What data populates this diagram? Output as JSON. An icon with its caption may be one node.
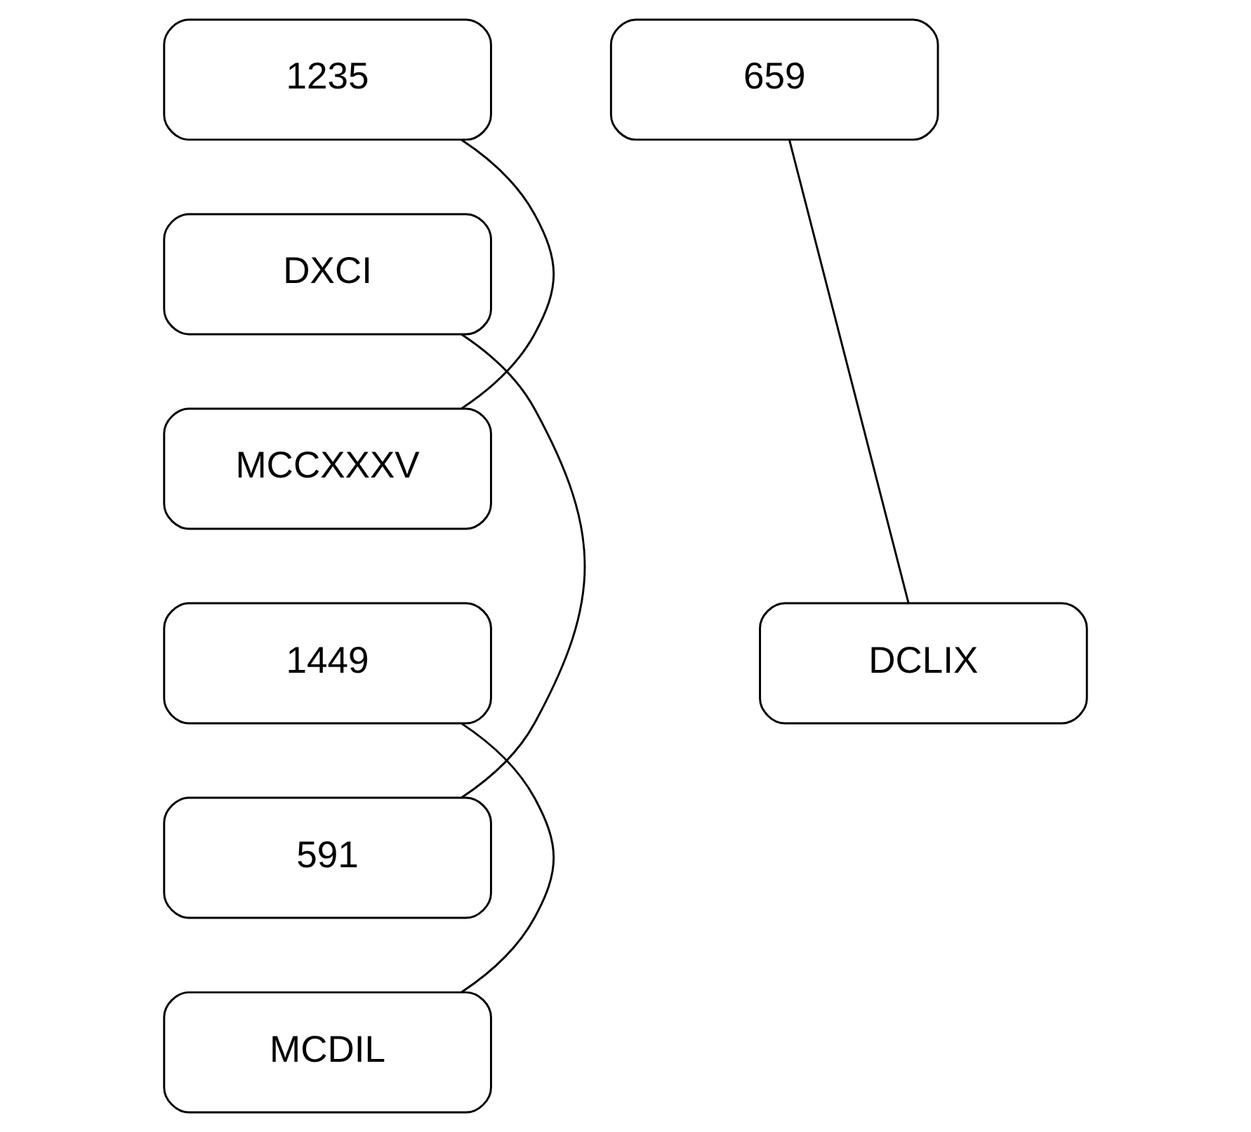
{
  "diagram": {
    "nodes": [
      {
        "text": [
          "1235"
        ]
      },
      {
        "text": [
          "659"
        ]
      },
      {
        "text": [
          "DXCI"
        ]
      },
      {
        "text": [
          "MCCXXXV"
        ]
      },
      {
        "text": [
          "1449"
        ]
      },
      {
        "text": [
          "DCLIX"
        ]
      },
      {
        "text": [
          "591"
        ]
      },
      {
        "text": [
          "MCDIL"
        ]
      }
    ],
    "edges": [
      {
        "from": 0,
        "to": 3,
        "arrow": "none"
      },
      {
        "from": 1,
        "to": 5,
        "arrow": "none"
      },
      {
        "from": 2,
        "to": 6,
        "arrow": "none"
      },
      {
        "from": 4,
        "to": 7,
        "arrow": "none"
      }
    ]
  }
}
